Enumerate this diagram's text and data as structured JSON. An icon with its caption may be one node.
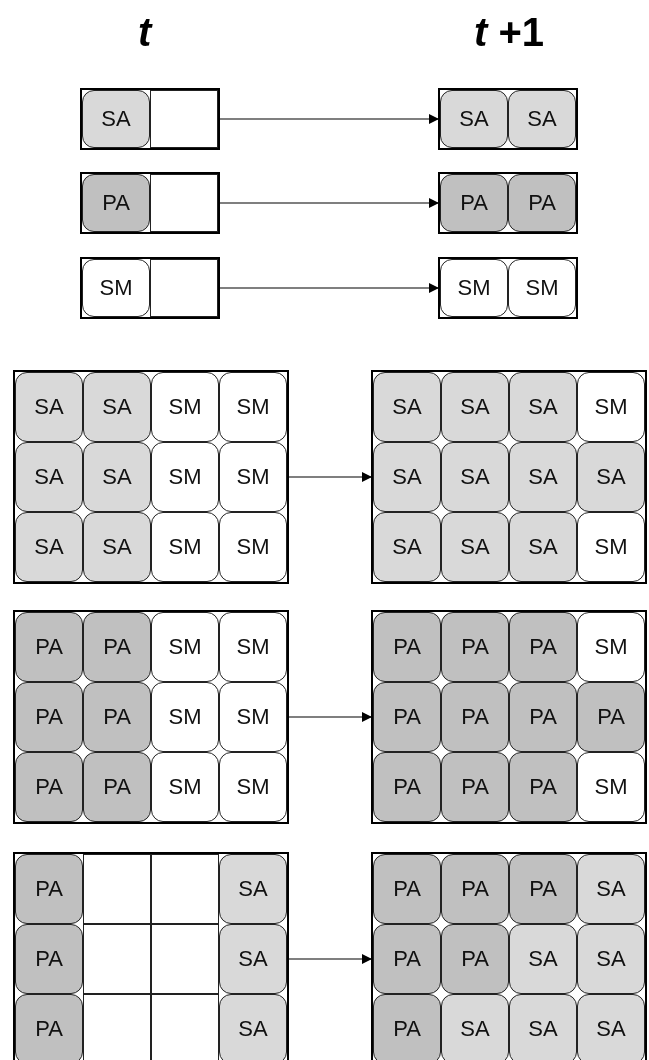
{
  "diagram": {
    "nodes": [
      {
        "text": [],
        "shape": "box"
      },
      {
        "text": [
          "SA"
        ],
        "in": 0
      },
      {
        "text": [],
        "shape": "box",
        "in": 0
      },
      {
        "text": [],
        "shape": "box"
      },
      {
        "text": [
          "SA"
        ],
        "in": 3
      },
      {
        "text": [
          "SA"
        ],
        "in": 3
      },
      {
        "text": [],
        "shape": "box"
      },
      {
        "text": [
          "PA"
        ],
        "in": 6
      },
      {
        "text": [],
        "shape": "box",
        "in": 6
      },
      {
        "text": [],
        "shape": "box"
      },
      {
        "text": [
          "PA"
        ],
        "in": 9
      },
      {
        "text": [
          "PA"
        ],
        "in": 9
      },
      {
        "text": [],
        "shape": "box"
      },
      {
        "text": [
          "SM"
        ],
        "in": 12
      },
      {
        "text": [],
        "shape": "box",
        "in": 12
      },
      {
        "text": [],
        "shape": "box"
      },
      {
        "text": [
          "SM"
        ],
        "in": 15
      },
      {
        "text": [
          "SM"
        ],
        "in": 15
      },
      {
        "text": [],
        "shape": "box"
      },
      {
        "text": [
          "SA"
        ],
        "in": 18
      },
      {
        "text": [
          "SA"
        ],
        "in": 18
      },
      {
        "text": [
          "SM"
        ],
        "in": 18
      },
      {
        "text": [
          "SM"
        ],
        "in": 18
      },
      {
        "text": [
          "SA"
        ],
        "in": 18
      },
      {
        "text": [
          "SA"
        ],
        "in": 18
      },
      {
        "text": [
          "SM"
        ],
        "in": 18
      },
      {
        "text": [
          "SM"
        ],
        "in": 18
      },
      {
        "text": [
          "SA"
        ],
        "in": 18
      },
      {
        "text": [
          "SA"
        ],
        "in": 18
      },
      {
        "text": [
          "SM"
        ],
        "in": 18
      },
      {
        "text": [
          "SM"
        ],
        "in": 18
      },
      {
        "text": [],
        "shape": "box"
      },
      {
        "text": [
          "SA"
        ],
        "in": 31
      },
      {
        "text": [
          "SA"
        ],
        "in": 31
      },
      {
        "text": [
          "SA"
        ],
        "in": 31
      },
      {
        "text": [
          "SM"
        ],
        "in": 31
      },
      {
        "text": [
          "SA"
        ],
        "in": 31
      },
      {
        "text": [
          "SA"
        ],
        "in": 31
      },
      {
        "text": [
          "SA"
        ],
        "in": 31
      },
      {
        "text": [
          "SA"
        ],
        "in": 31
      },
      {
        "text": [
          "SA"
        ],
        "in": 31
      },
      {
        "text": [
          "SA"
        ],
        "in": 31
      },
      {
        "text": [
          "SA"
        ],
        "in": 31
      },
      {
        "text": [
          "SM"
        ],
        "in": 31
      },
      {
        "text": [],
        "shape": "box"
      },
      {
        "text": [
          "PA"
        ],
        "in": 44
      },
      {
        "text": [
          "PA"
        ],
        "in": 44
      },
      {
        "text": [
          "SM"
        ],
        "in": 44
      },
      {
        "text": [
          "SM"
        ],
        "in": 44
      },
      {
        "text": [
          "PA"
        ],
        "in": 44
      },
      {
        "text": [
          "PA"
        ],
        "in": 44
      },
      {
        "text": [
          "SM"
        ],
        "in": 44
      },
      {
        "text": [
          "SM"
        ],
        "in": 44
      },
      {
        "text": [
          "PA"
        ],
        "in": 44
      },
      {
        "text": [
          "PA"
        ],
        "in": 44
      },
      {
        "text": [
          "SM"
        ],
        "in": 44
      },
      {
        "text": [
          "SM"
        ],
        "in": 44
      },
      {
        "text": [],
        "shape": "box"
      },
      {
        "text": [
          "PA"
        ],
        "in": 57
      },
      {
        "text": [
          "PA"
        ],
        "in": 57
      },
      {
        "text": [
          "PA"
        ],
        "in": 57
      },
      {
        "text": [
          "SM"
        ],
        "in": 57
      },
      {
        "text": [
          "PA"
        ],
        "in": 57
      },
      {
        "text": [
          "PA"
        ],
        "in": 57
      },
      {
        "text": [
          "PA"
        ],
        "in": 57
      },
      {
        "text": [
          "PA"
        ],
        "in": 57
      },
      {
        "text": [
          "PA"
        ],
        "in": 57
      },
      {
        "text": [
          "PA"
        ],
        "in": 57
      },
      {
        "text": [
          "PA"
        ],
        "in": 57
      },
      {
        "text": [
          "SM"
        ],
        "in": 57
      },
      {
        "text": [],
        "shape": "box"
      },
      {
        "text": [
          "PA"
        ],
        "in": 70
      },
      {
        "text": [],
        "shape": "box",
        "in": 70
      },
      {
        "text": [],
        "shape": "box",
        "in": 70
      },
      {
        "text": [
          "SA"
        ],
        "in": 70
      },
      {
        "text": [
          "PA"
        ],
        "in": 70
      },
      {
        "text": [],
        "shape": "box",
        "in": 70
      },
      {
        "text": [],
        "shape": "box",
        "in": 70
      },
      {
        "text": [
          "SA"
        ],
        "in": 70
      },
      {
        "text": [
          "PA"
        ],
        "in": 70
      },
      {
        "text": [],
        "shape": "box",
        "in": 70
      },
      {
        "text": [],
        "shape": "box",
        "in": 70
      },
      {
        "text": [
          "SA"
        ],
        "in": 70
      },
      {
        "text": [],
        "shape": "box"
      },
      {
        "text": [
          "PA"
        ],
        "in": 83
      },
      {
        "text": [
          "PA"
        ],
        "in": 83
      },
      {
        "text": [
          "PA"
        ],
        "in": 83
      },
      {
        "text": [
          "SA"
        ],
        "in": 83
      },
      {
        "text": [
          "PA"
        ],
        "in": 83
      },
      {
        "text": [
          "PA"
        ],
        "in": 83
      },
      {
        "text": [
          "SA"
        ],
        "in": 83
      },
      {
        "text": [
          "SA"
        ],
        "in": 83
      },
      {
        "text": [
          "PA"
        ],
        "in": 83
      },
      {
        "text": [
          "SA"
        ],
        "in": 83
      },
      {
        "text": [
          "SA"
        ],
        "in": 83
      },
      {
        "text": [
          "SA"
        ],
        "in": 83
      }
    ],
    "edges": [
      {
        "from": 0,
        "to": 3,
        "arrow": "to"
      },
      {
        "from": 6,
        "to": 9,
        "arrow": "to"
      },
      {
        "from": 12,
        "to": 15,
        "arrow": "to"
      },
      {
        "from": 18,
        "to": 31,
        "arrow": "to"
      },
      {
        "from": 44,
        "to": 57,
        "arrow": "to"
      },
      {
        "from": 70,
        "to": 83,
        "arrow": "to"
      }
    ],
    "labels": [
      "t",
      "*t* +1"
    ]
  }
}
